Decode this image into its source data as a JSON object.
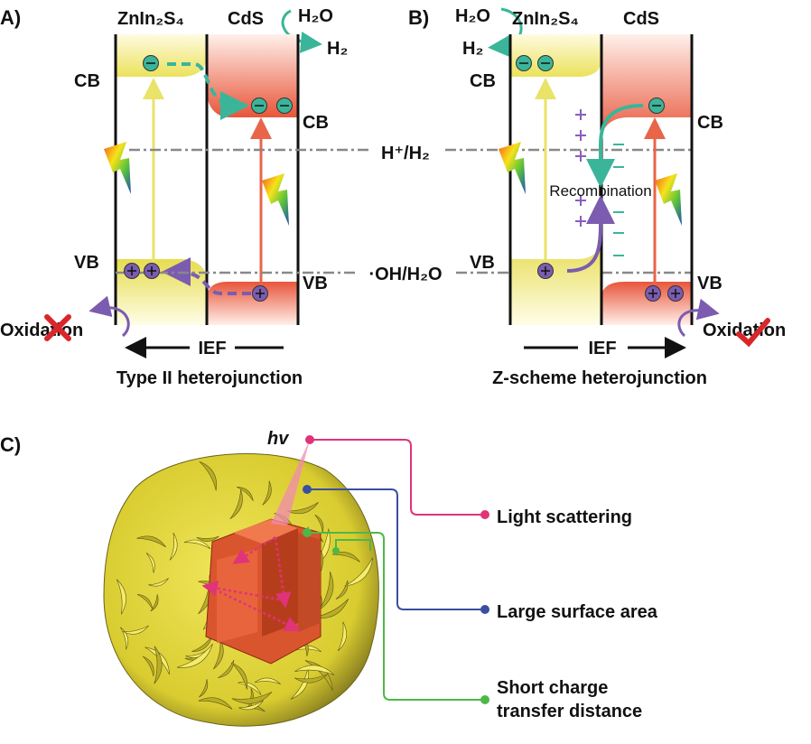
{
  "panel_a": {
    "letter": "A)",
    "material_left": "ZnIn₂S₄",
    "material_right": "CdS",
    "reactant": "H₂O",
    "product": "H₂",
    "cb_left": "CB",
    "vb_left": "VB",
    "cb_right": "CB",
    "vb_right": "VB",
    "oxidation": "Oxidation",
    "ief": "IEF",
    "caption": "Type II heterojunction"
  },
  "shared": {
    "h_level": "H⁺/H₂",
    "oh_level": "·OH/H₂O"
  },
  "panel_b": {
    "letter": "B)",
    "reactant": "H₂O",
    "product": "H₂",
    "material_left": "ZnIn₂S₄",
    "material_right": "CdS",
    "cb_left": "CB",
    "vb_left": "VB",
    "cb_right": "CB",
    "vb_right": "VB",
    "recombination": "Recombination",
    "oxidation": "Oxidation",
    "ief": "IEF",
    "caption": "Z-scheme heterojunction"
  },
  "panel_c": {
    "letter": "C)",
    "hv": "hv",
    "callouts": [
      {
        "line1": "Light scattering",
        "color": "#e0337a"
      },
      {
        "line1": "Large surface area",
        "color": "#3a4fa0"
      },
      {
        "line1": "Short charge",
        "line2": "transfer distance",
        "color": "#4db848"
      }
    ]
  },
  "colors": {
    "zis": "#e9e36a",
    "cds": "#e8654a",
    "electron": "#3bb59a",
    "hole": "#7b5cb0",
    "level_line": "#888888"
  }
}
